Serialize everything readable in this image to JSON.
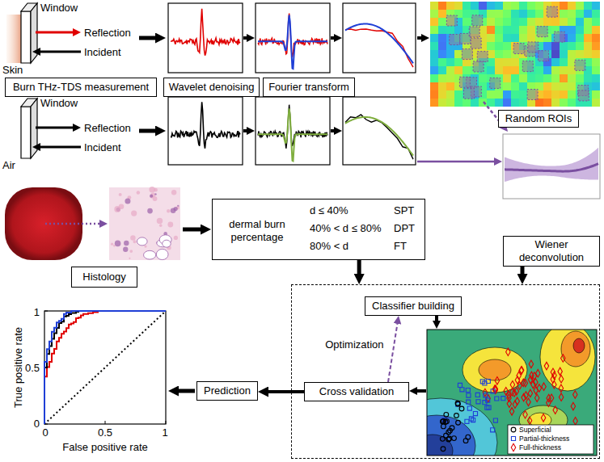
{
  "diagram": {
    "nodes": [
      {
        "text": [
          "Burn THz-TDS measurement"
        ]
      },
      {
        "text": [
          "Wavelet denoising"
        ]
      },
      {
        "text": [
          "Fourier transform"
        ]
      },
      {
        "text": [
          "Random ROIs"
        ]
      },
      {
        "text": [
          "Histology"
        ]
      },
      {
        "text": [
          "dermal burn percentage",
          "d ≤ 40%",
          "SPT",
          "40% < d ≤ 80%",
          "DPT",
          "80% < d",
          "FT"
        ]
      },
      {
        "text": [
          "Wiener deconvolution"
        ]
      },
      {
        "text": []
      },
      {
        "text": [
          "Classifier building"
        ],
        "in": 7
      },
      {
        "text": [
          "Cross validation"
        ],
        "in": 7
      },
      {
        "text": [
          "Prediction"
        ]
      }
    ],
    "edges": [
      {
        "from": 5,
        "to": 7,
        "arrow": "to"
      },
      {
        "from": 6,
        "to": 7,
        "arrow": "to"
      },
      {
        "from": 9,
        "to": 8,
        "label": "Optimization",
        "arrow": "to"
      },
      {
        "from": 9,
        "to": 10,
        "arrow": "to"
      }
    ],
    "labels": [
      "Window",
      "Reflection",
      "Incident",
      "Skin",
      "Window",
      "Reflection",
      "Incident",
      "Air",
      "1",
      "0.5",
      "0",
      "0",
      "0.5",
      "1",
      "True positive rate",
      "False positive rate"
    ],
    "legend": [
      {
        "text": "Superficial"
      },
      {
        "text": "Partial-thickness"
      },
      {
        "text": "Full-thickness"
      }
    ]
  }
}
